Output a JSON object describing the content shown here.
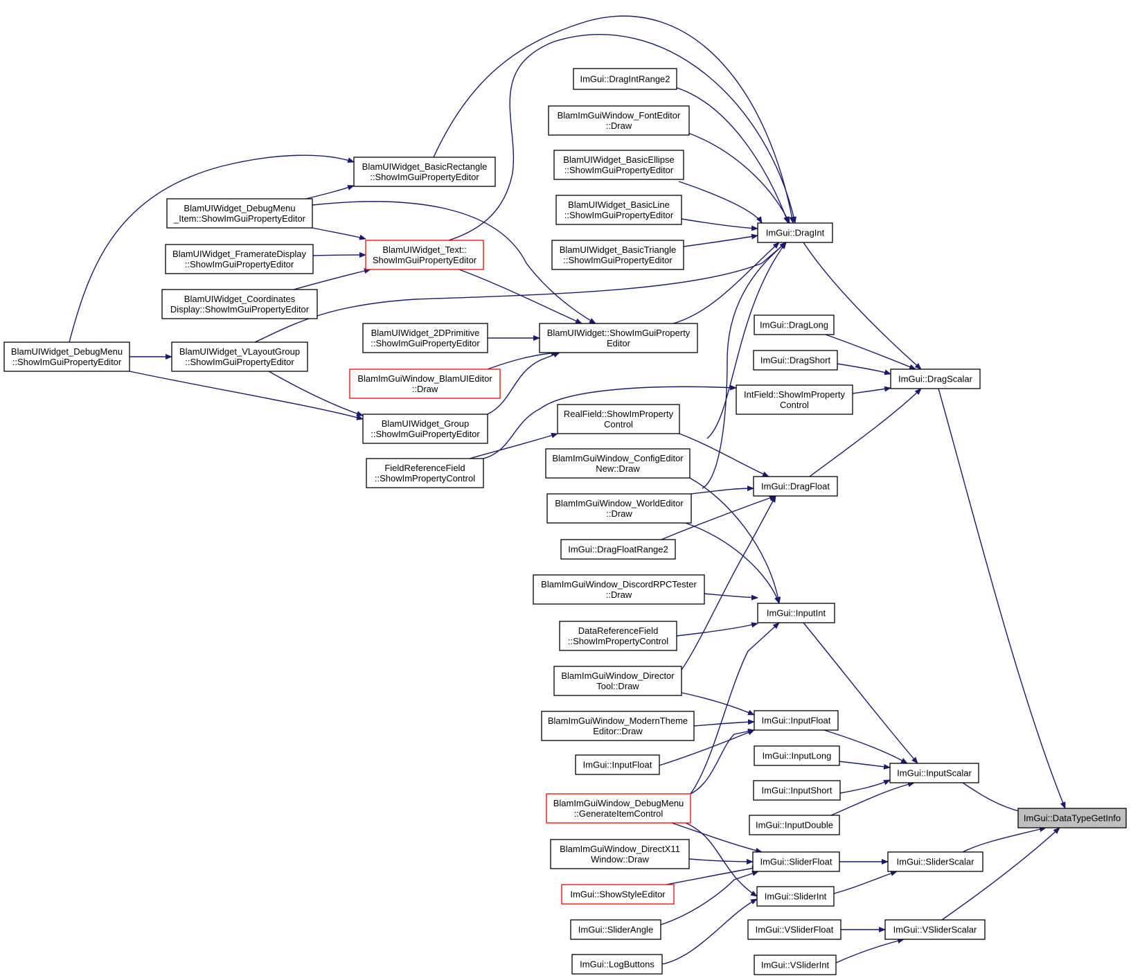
{
  "colors": {
    "edge": "#191970",
    "node_border": "#000000",
    "node_highlight_border": "#ff0000",
    "focus_fill": "#bfbfbf",
    "node_fill": "#ffffff"
  },
  "nodes": [
    {
      "id": "dragintrange2",
      "lines": [
        "ImGui::DragIntRange2"
      ]
    },
    {
      "id": "fonteditor",
      "lines": [
        "BlamImGuiWindow_FontEditor",
        "::Draw"
      ]
    },
    {
      "id": "basicellipse",
      "lines": [
        "BlamUIWidget_BasicEllipse",
        "::ShowImGuiPropertyEditor"
      ]
    },
    {
      "id": "basicline",
      "lines": [
        "BlamUIWidget_BasicLine",
        "::ShowImGuiPropertyEditor"
      ]
    },
    {
      "id": "basictriangle",
      "lines": [
        "BlamUIWidget_BasicTriangle",
        "::ShowImGuiPropertyEditor"
      ]
    },
    {
      "id": "dragint",
      "lines": [
        "ImGui::DragInt"
      ]
    },
    {
      "id": "basicrect",
      "lines": [
        "BlamUIWidget_BasicRectangle",
        "::ShowImGuiPropertyEditor"
      ]
    },
    {
      "id": "debugmenuitem",
      "lines": [
        "BlamUIWidget_DebugMenu",
        "_Item::ShowImGuiPropertyEditor"
      ]
    },
    {
      "id": "text",
      "lines": [
        "BlamUIWidget_Text::",
        "ShowImGuiPropertyEditor"
      ],
      "highlight": true
    },
    {
      "id": "framerate",
      "lines": [
        "BlamUIWidget_FramerateDisplay",
        "::ShowImGuiPropertyEditor"
      ]
    },
    {
      "id": "coords",
      "lines": [
        "BlamUIWidget_Coordinates",
        "Display::ShowImGuiPropertyEditor"
      ]
    },
    {
      "id": "debugmenu",
      "lines": [
        "BlamUIWidget_DebugMenu",
        "::ShowImGuiPropertyEditor"
      ]
    },
    {
      "id": "vlayout",
      "lines": [
        "BlamUIWidget_VLayoutGroup",
        "::ShowImGuiPropertyEditor"
      ]
    },
    {
      "id": "prim2d",
      "lines": [
        "BlamUIWidget_2DPrimitive",
        "::ShowImGuiPropertyEditor"
      ]
    },
    {
      "id": "widget",
      "lines": [
        "BlamUIWidget::ShowImGuiProperty",
        "Editor"
      ]
    },
    {
      "id": "blamuieditor",
      "lines": [
        "BlamImGuiWindow_BlamUIEditor",
        "::Draw"
      ],
      "highlight": true
    },
    {
      "id": "group",
      "lines": [
        "BlamUIWidget_Group",
        "::ShowImGuiPropertyEditor"
      ]
    },
    {
      "id": "fieldref",
      "lines": [
        "FieldReferenceField",
        "::ShowImPropertyControl"
      ]
    },
    {
      "id": "realfield",
      "lines": [
        "RealField::ShowImProperty",
        "Control"
      ]
    },
    {
      "id": "dragtrue",
      "lines": [
        "ImGui::DragLong"
      ]
    },
    {
      "id": "dragshort",
      "lines": [
        "ImGui::DragShort"
      ]
    },
    {
      "id": "intfield",
      "lines": [
        "IntField::ShowImProperty",
        "Control"
      ]
    },
    {
      "id": "dragscalar",
      "lines": [
        "ImGui::DragScalar"
      ]
    },
    {
      "id": "configeditor",
      "lines": [
        "BlamImGuiWindow_ConfigEditor",
        "New::Draw"
      ]
    },
    {
      "id": "dragfloat",
      "lines": [
        "ImGui::DragFloat"
      ]
    },
    {
      "id": "worldeditor",
      "lines": [
        "BlamImGuiWindow_WorldEditor",
        "::Draw"
      ]
    },
    {
      "id": "dragfloatrange2",
      "lines": [
        "ImGui::DragFloatRange2"
      ]
    },
    {
      "id": "discord",
      "lines": [
        "BlamImGuiWindow_DiscordRPCTester",
        "::Draw"
      ]
    },
    {
      "id": "inputint",
      "lines": [
        "ImGui::InputInt"
      ]
    },
    {
      "id": "dataref",
      "lines": [
        "DataReferenceField",
        "::ShowImPropertyControl"
      ]
    },
    {
      "id": "director",
      "lines": [
        "BlamImGuiWindow_Director",
        "Tool::Draw"
      ]
    },
    {
      "id": "inputfloat",
      "lines": [
        "ImGui::InputFloat"
      ]
    },
    {
      "id": "moderntheme",
      "lines": [
        "BlamImGuiWindow_ModernTheme",
        "Editor::Draw"
      ]
    },
    {
      "id": "inputfloat2",
      "lines": [
        "ImGui::InputFloat"
      ]
    },
    {
      "id": "inputlong",
      "lines": [
        "ImGui::InputLong"
      ]
    },
    {
      "id": "inputscalar",
      "lines": [
        "ImGui::InputScalar"
      ]
    },
    {
      "id": "inputshort",
      "lines": [
        "ImGui::InputShort"
      ]
    },
    {
      "id": "debugmenuwin",
      "lines": [
        "BlamImGuiWindow_DebugMenu",
        "::GenerateItemControl"
      ],
      "highlight": true
    },
    {
      "id": "inputdouble",
      "lines": [
        "ImGui::InputDouble"
      ]
    },
    {
      "id": "datatypegetinfo",
      "lines": [
        "ImGui::DataTypeGetInfo"
      ],
      "focus": true
    },
    {
      "id": "directx11",
      "lines": [
        "BlamImGuiWindow_DirectX11",
        "Window::Draw"
      ]
    },
    {
      "id": "sliderfloat",
      "lines": [
        "ImGui::SliderFloat"
      ]
    },
    {
      "id": "sliderscalar",
      "lines": [
        "ImGui::SliderScalar"
      ]
    },
    {
      "id": "showstyle",
      "lines": [
        "ImGui::ShowStyleEditor"
      ],
      "highlight": true
    },
    {
      "id": "sliderint",
      "lines": [
        "ImGui::SliderInt"
      ]
    },
    {
      "id": "sliderangle",
      "lines": [
        "ImGui::SliderAngle"
      ]
    },
    {
      "id": "vsliderfloat",
      "lines": [
        "ImGui::VSliderFloat"
      ]
    },
    {
      "id": "vsliderscalar",
      "lines": [
        "ImGui::VSliderScalar"
      ]
    },
    {
      "id": "logbuttons",
      "lines": [
        "ImGui::LogButtons"
      ]
    },
    {
      "id": "vsliderint",
      "lines": [
        "ImGui::VSliderInt"
      ]
    }
  ]
}
